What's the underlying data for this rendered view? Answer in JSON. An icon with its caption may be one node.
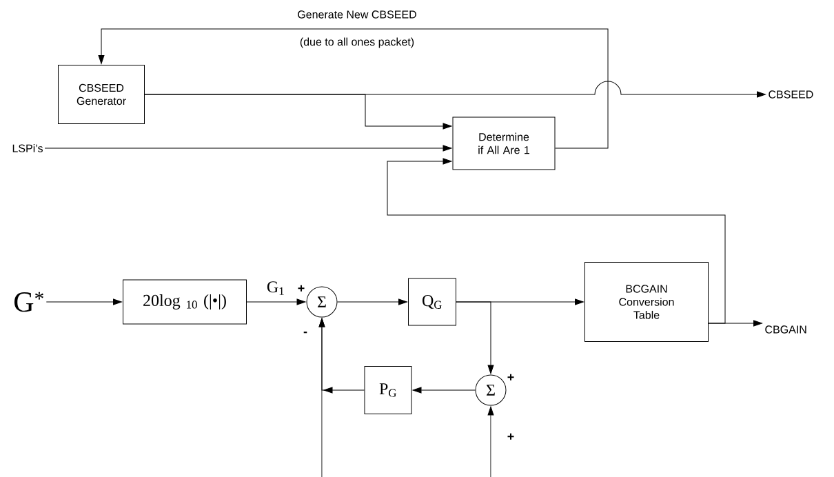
{
  "diagram": {
    "nodes": [
      {
        "text": [
          "CBSEED Generator"
        ]
      },
      {
        "text": [
          "Determine if All Are 1"
        ]
      },
      {
        "text": [
          "LSPi’s"
        ]
      },
      {
        "text": [
          "CBSEED"
        ]
      },
      {
        "text": [
          "G$^{*}$"
        ]
      },
      {
        "text": [
          "20log $_{10}$ (|•|)"
        ]
      },
      {
        "text": [
          "Σ"
        ]
      },
      {
        "text": [
          "Q$_{G}$"
        ]
      },
      {
        "text": [
          "BCGAIN Conversion Table"
        ]
      },
      {
        "text": [
          "CBGAIN"
        ]
      },
      {
        "text": [
          "Σ"
        ]
      },
      {
        "text": [
          "P$_{G}$"
        ]
      }
    ],
    "edges": [
      {
        "from": 0,
        "to": 1,
        "arrow": "to"
      },
      {
        "from": 0,
        "to": 3,
        "arrow": "to"
      },
      {
        "from": 1,
        "to": 0,
        "arrow": "to",
        "label": "Generate New CBSEED"
      },
      {
        "from": 2,
        "to": 1,
        "arrow": "to"
      },
      {
        "from": 8,
        "to": 1,
        "arrow": "to"
      },
      {
        "from": 8,
        "to": 9,
        "arrow": "to"
      },
      {
        "from": 4,
        "to": 5,
        "arrow": "to"
      },
      {
        "from": 5,
        "to": 6,
        "arrow": "to",
        "label": "G$_{1}$"
      },
      {
        "from": 6,
        "to": 7,
        "arrow": "to"
      },
      {
        "from": 7,
        "to": 8,
        "arrow": "to"
      },
      {
        "from": 7,
        "to": 10,
        "arrow": "to"
      },
      {
        "from": 10,
        "to": 11,
        "arrow": "to"
      },
      {
        "from": 11,
        "to": 6,
        "arrow": "to"
      },
      {
        "from": null,
        "to": 6,
        "arrow": "to"
      },
      {
        "from": null,
        "to": 10,
        "arrow": "to"
      }
    ],
    "labels": [
      "(due to all ones packet)",
      "+",
      "-",
      "+",
      "+"
    ]
  }
}
